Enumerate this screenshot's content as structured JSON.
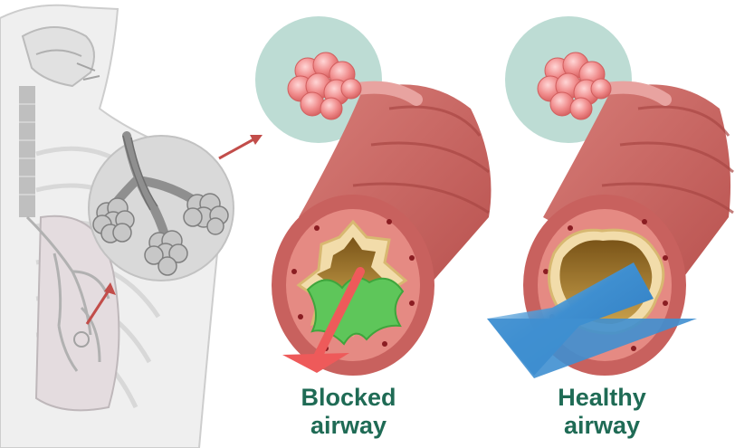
{
  "labels": {
    "blocked_line1": "Blocked",
    "blocked_line2": "airway",
    "healthy_line1": "Healthy",
    "healthy_line2": "airway"
  },
  "colors": {
    "caption": "#1f6b55",
    "airway_wall": "#c86a68",
    "alveoli_pink": "#f08c8c",
    "mucus_green": "#5ec65a",
    "airflow_blue": "#3f8fd0",
    "blocked_arrow_red": "#ee5a5a",
    "inset_background": "#bddcd4"
  }
}
